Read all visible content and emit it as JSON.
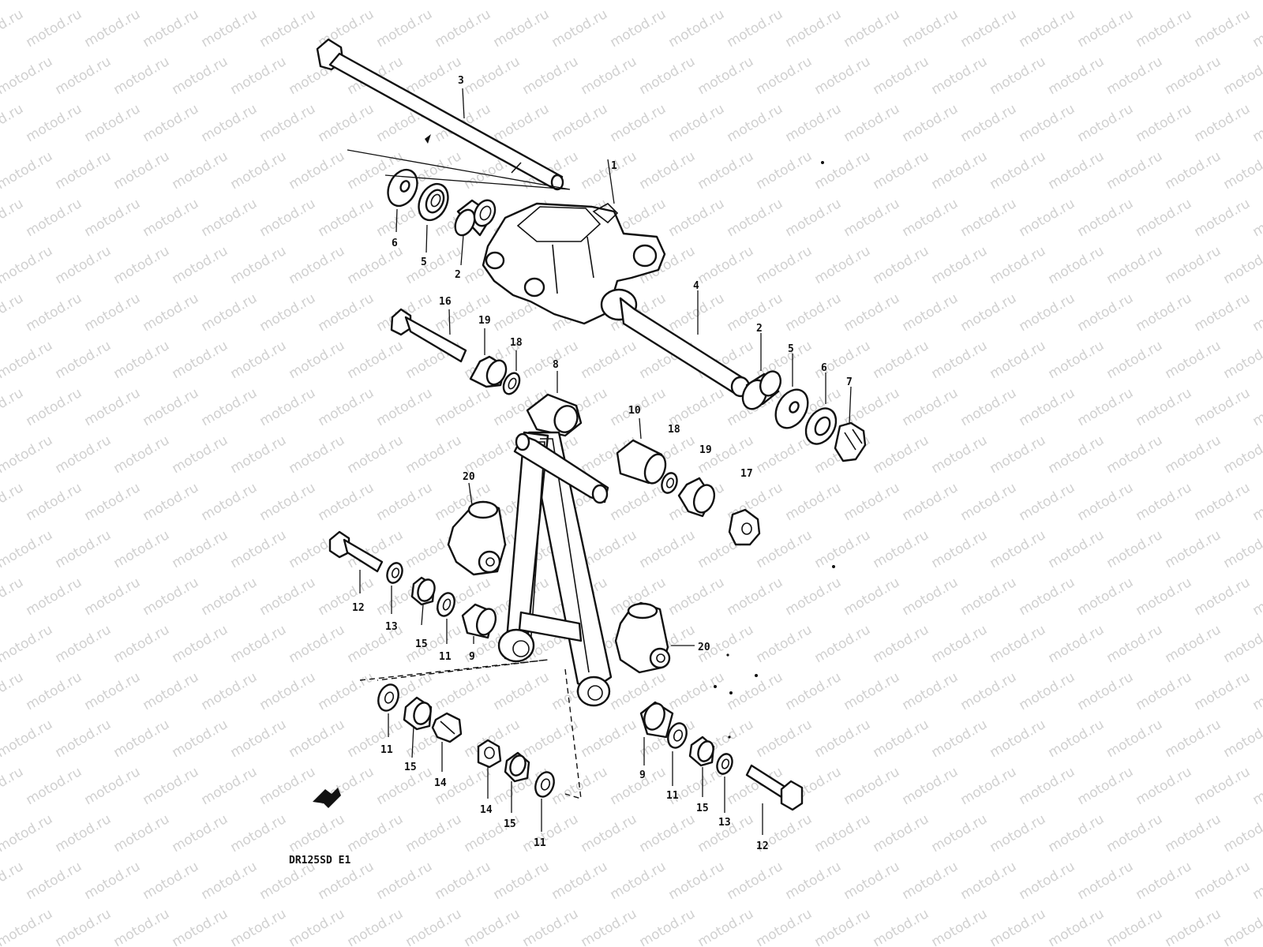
{
  "diagram": {
    "drawing_code": "DR125SD E1",
    "watermark": "motod.ru",
    "callouts": {
      "p3": "3",
      "p1": "1",
      "p6a": "6",
      "p5a": "5",
      "p2a": "2",
      "p4": "4",
      "p16": "16",
      "p19a": "19",
      "p18a": "18",
      "p8": "8",
      "p2b": "2",
      "p5b": "5",
      "p6b": "6",
      "p7": "7",
      "p10": "10",
      "p18b": "18",
      "p19b": "19",
      "p17": "17",
      "p20a": "20",
      "p12a": "12",
      "p13a": "13",
      "p15a": "15",
      "p11a": "11",
      "p9a": "9",
      "p20b": "20",
      "p11b": "11",
      "p15b": "15",
      "p14a": "14",
      "p14b": "14",
      "p15c": "15",
      "p11c": "11",
      "p9b": "9",
      "p11d": "11",
      "p15d": "15",
      "p13b": "13",
      "p12b": "12"
    }
  }
}
